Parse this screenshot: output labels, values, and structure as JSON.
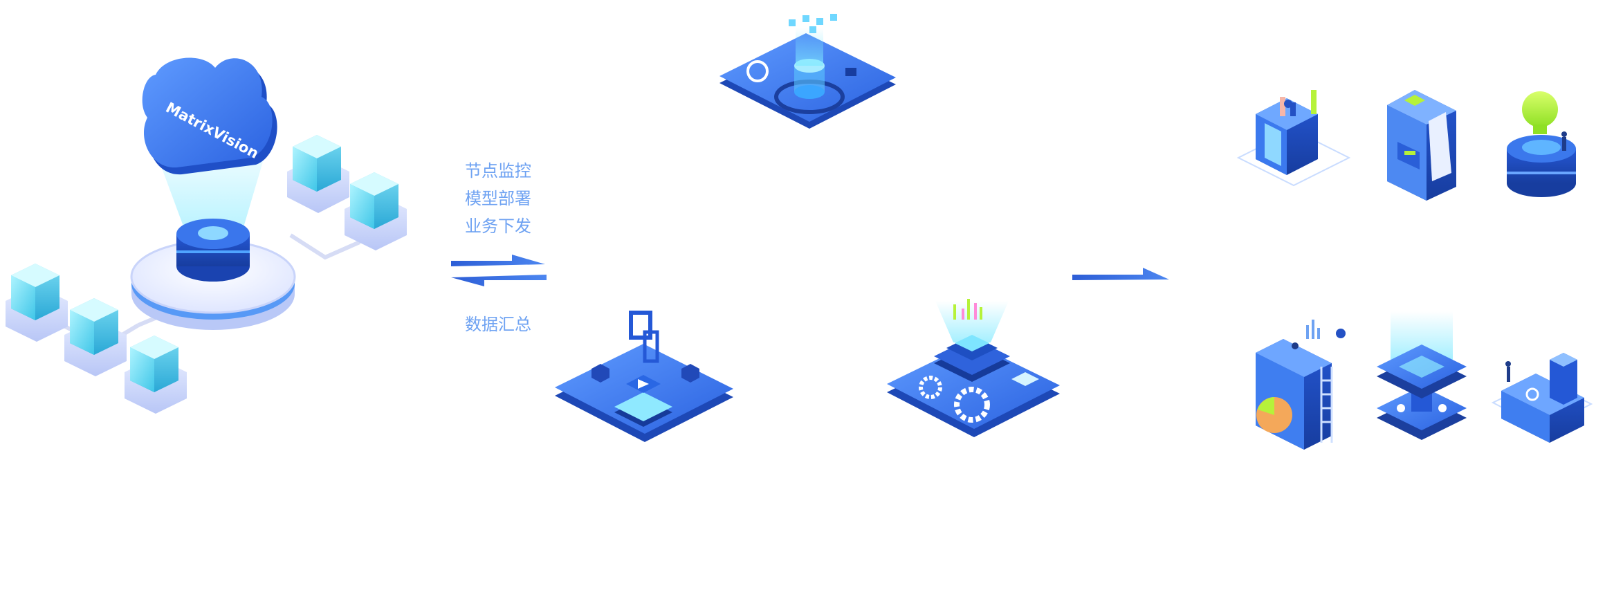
{
  "cloud": {
    "brand": "MatrixVision"
  },
  "flow": {
    "down_labels": [
      "节点监控",
      "模型部署",
      "业务下发"
    ],
    "up_label": "数据汇总"
  },
  "colors": {
    "primary": "#2f6fe6",
    "deep": "#1e4fc2",
    "light": "#cfe0ff",
    "cyan": "#5fe0f5",
    "label": "#6ea2f2",
    "accent_green": "#b6f23a",
    "accent_orange": "#f4a85a"
  },
  "icons": [
    "cloud-icon",
    "edge-node-cube-icon",
    "data-input-platform-icon",
    "video-stream-platform-icon",
    "ai-compute-platform-icon",
    "analytics-bars-icon",
    "document-cabinet-icon",
    "idea-bulb-icon",
    "report-building-icon",
    "data-hub-icon",
    "factory-icon"
  ]
}
